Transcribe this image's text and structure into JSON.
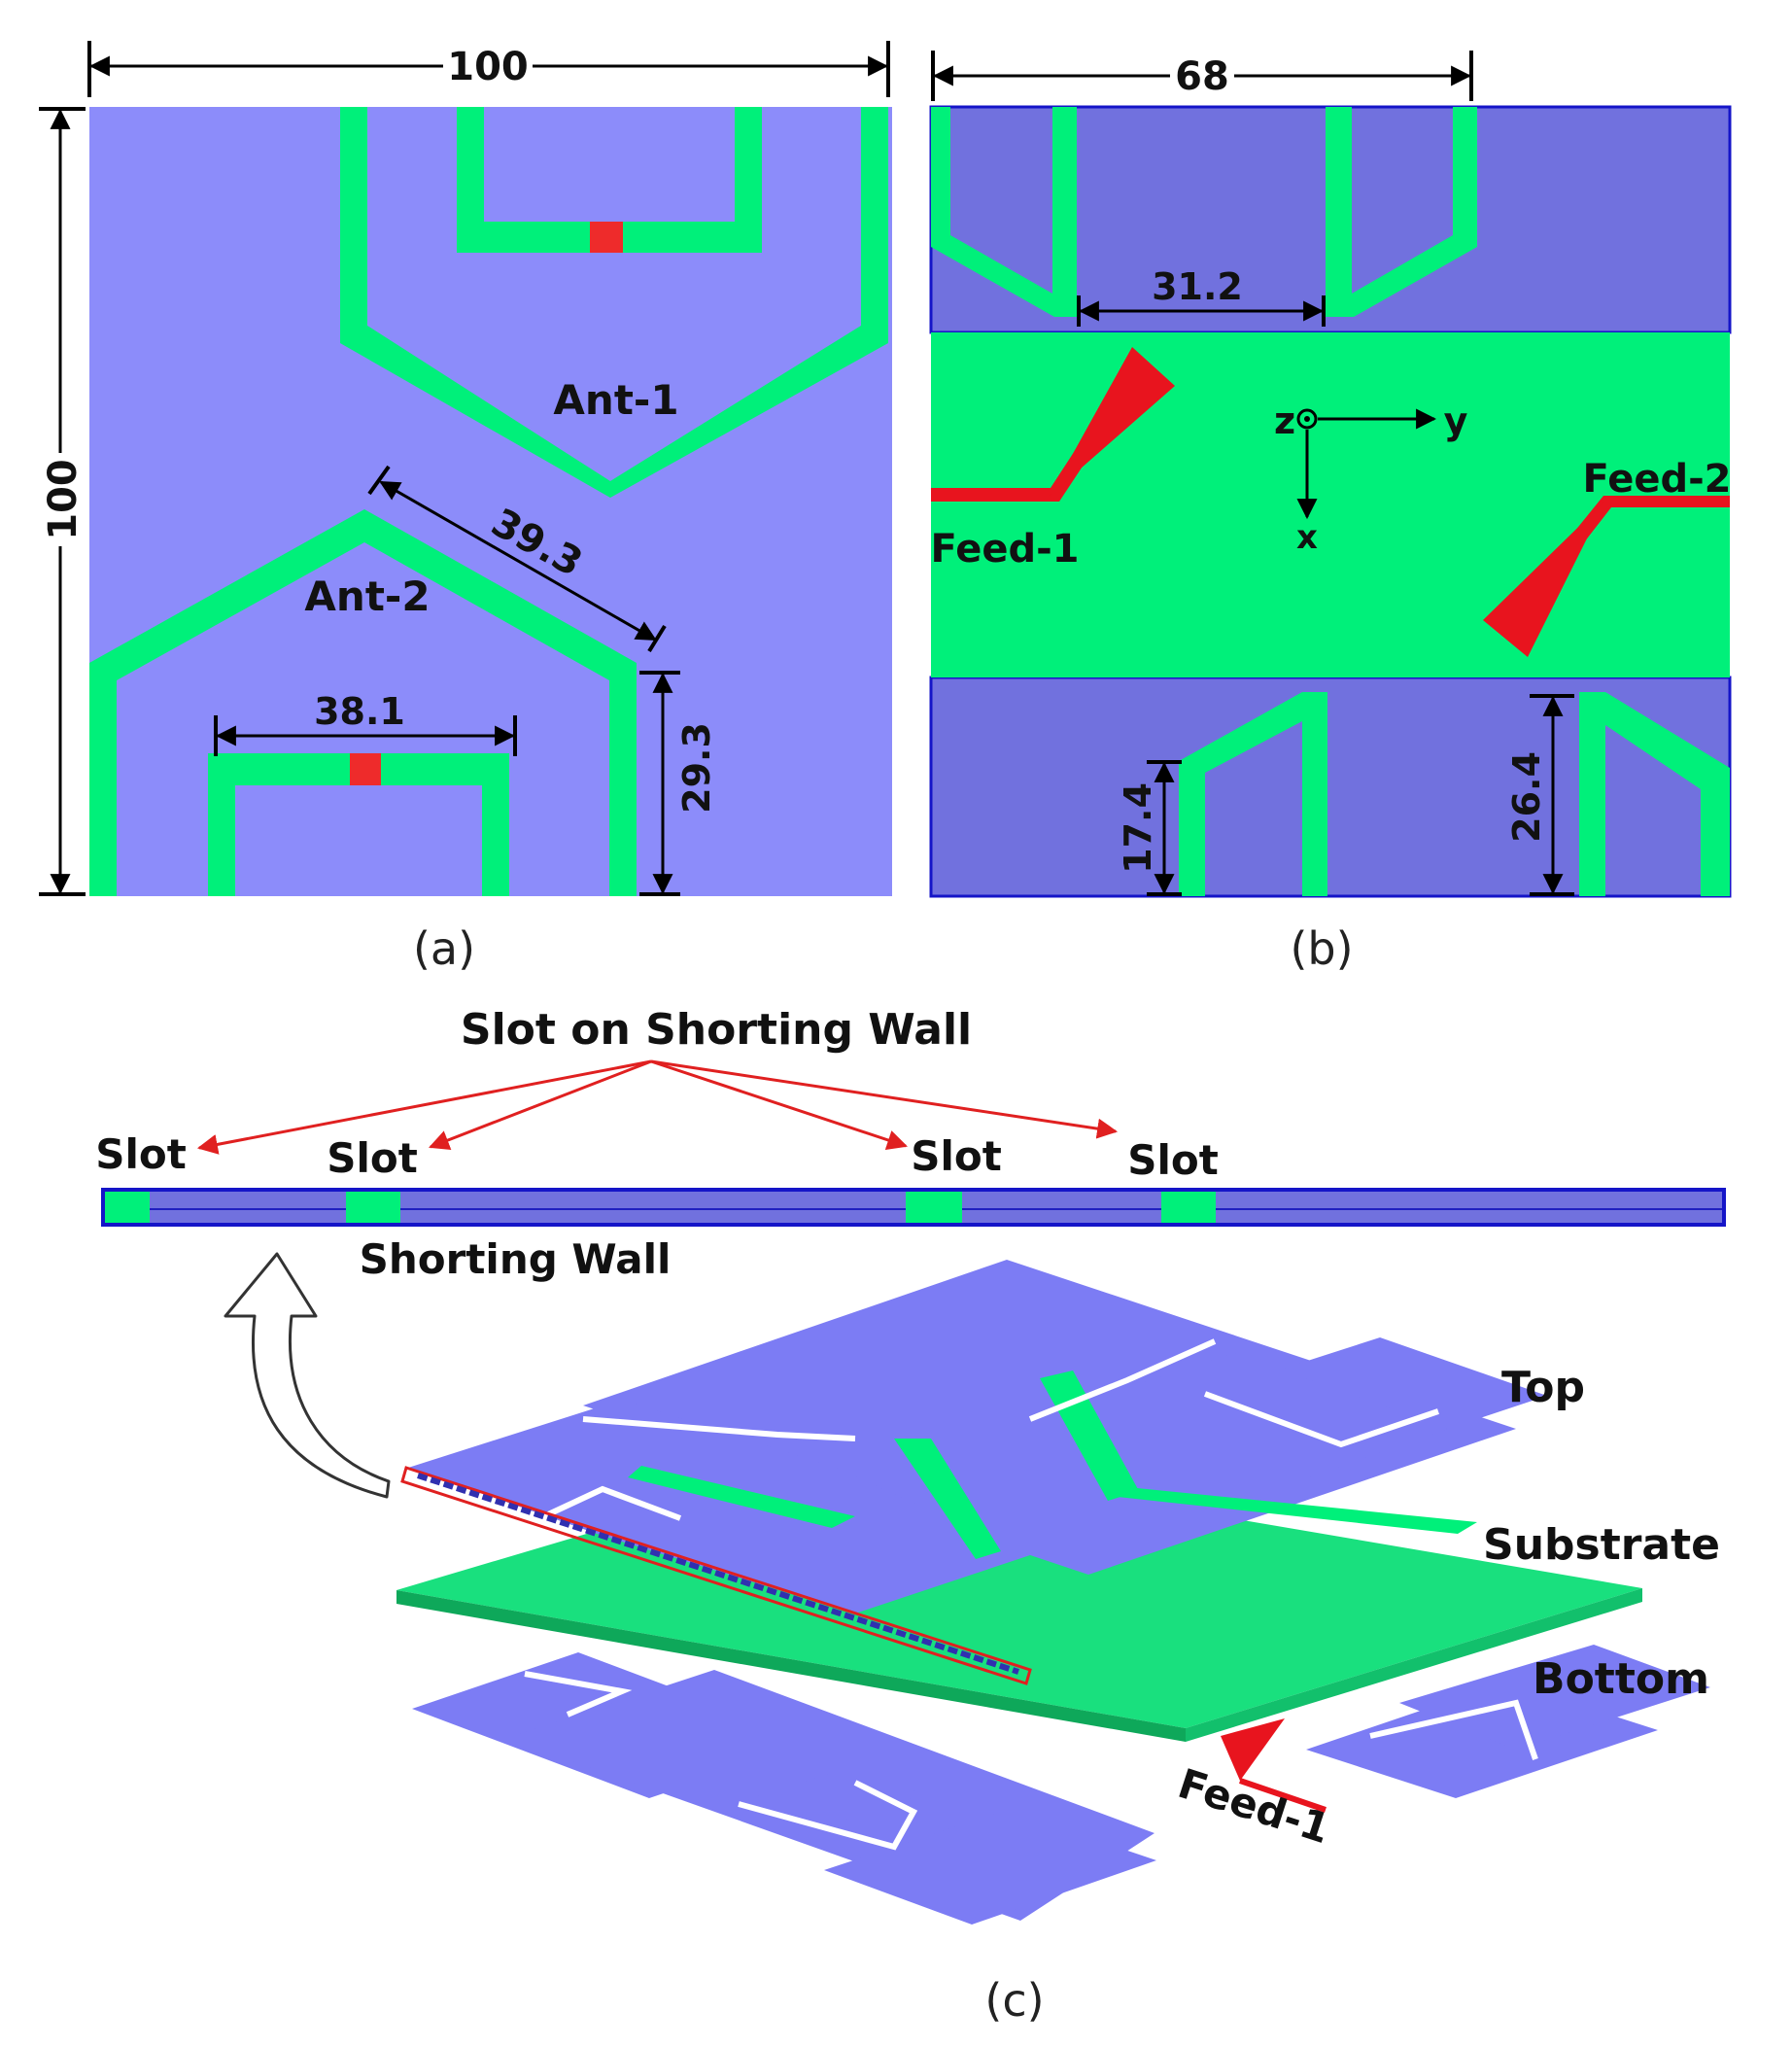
{
  "colors": {
    "metal_a": "#8C8CFA",
    "metal_b": "#7171DE",
    "trace": "#00F07A",
    "feed": "#E8141E",
    "pad": "#EE2B2B",
    "outline": "#1515C8",
    "dim": "#000000",
    "callout": "#E02020",
    "iso_metal": "#7C7CF4",
    "iso_substrate": "#19E07E",
    "iso_substrate_edge": "#0EA85A"
  },
  "panel_a": {
    "dim_width": "100",
    "dim_height": "100",
    "dim_diag": "39.3",
    "dim_loop_width": "38.1",
    "dim_height_right": "29.3",
    "label_ant1": "Ant-1",
    "label_ant2": "Ant-2",
    "caption": "(a)"
  },
  "panel_b": {
    "dim_width": "68",
    "dim_gap": "31.2",
    "dim_left_h": "17.4",
    "dim_right_h": "26.4",
    "label_feed1": "Feed-1",
    "label_feed2": "Feed-2",
    "axis_z": "z",
    "axis_y": "y",
    "axis_x": "x",
    "caption": "(b)"
  },
  "panel_c": {
    "callout_title": "Slot on Shorting Wall",
    "slot_labels": [
      "Slot",
      "Slot",
      "Slot",
      "Slot"
    ],
    "wall_label": "Shorting Wall",
    "layer_top": "Top",
    "layer_substrate": "Substrate",
    "layer_bottom": "Bottom",
    "feed_label": "Feed-1",
    "caption": "(c)"
  }
}
